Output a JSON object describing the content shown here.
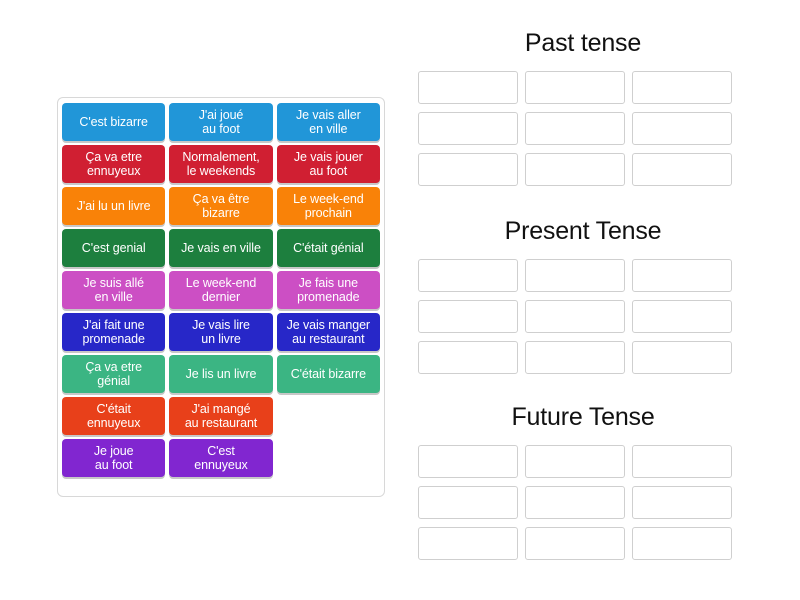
{
  "activity": {
    "type": "group-sort",
    "title": "French tenses sorting activity"
  },
  "tile_panel": {
    "name": "draggable-tiles",
    "columns": 3,
    "rows": 9,
    "colors": {
      "blue": "#2196d8",
      "red": "#d01f32",
      "orange": "#f98208",
      "dark_green": "#1d7f3e",
      "magenta": "#cc4fc4",
      "indigo": "#2727c8",
      "teal_green": "#3bb583",
      "orange_red": "#e8401a",
      "purple": "#8126d0"
    },
    "rows_data": [
      {
        "color": "blue",
        "tiles": [
          "C'est bizarre",
          "J'ai joué\nau foot",
          "Je vais aller\nen ville"
        ]
      },
      {
        "color": "red",
        "tiles": [
          "Ça va etre\nennuyeux",
          "Normalement,\nle weekends",
          "Je vais jouer\nau foot"
        ]
      },
      {
        "color": "orange",
        "tiles": [
          "J'ai lu un livre",
          "Ça va être\nbizarre",
          "Le week-end\nprochain"
        ]
      },
      {
        "color": "dark_green",
        "tiles": [
          "C'est genial",
          "Je vais en ville",
          "C'était génial"
        ]
      },
      {
        "color": "magenta",
        "tiles": [
          "Je suis allé\nen ville",
          "Le week-end\ndernier",
          "Je fais une\npromenade"
        ]
      },
      {
        "color": "indigo",
        "tiles": [
          "J'ai fait une\npromenade",
          "Je vais lire\nun livre",
          "Je vais manger\nau restaurant"
        ]
      },
      {
        "color": "teal_green",
        "tiles": [
          "Ça va etre\ngénial",
          "Je lis un livre",
          "C'était bizarre"
        ]
      },
      {
        "color": "orange_red",
        "tiles": [
          "C'était\nennuyeux",
          "J'ai mangé\nau restaurant",
          ""
        ]
      },
      {
        "color": "purple",
        "tiles": [
          "Je joue\nau foot",
          "C'est\nennuyeux",
          ""
        ]
      }
    ]
  },
  "zone_groups": [
    {
      "title": "Past tense",
      "rows": 3,
      "columns": 3
    },
    {
      "title": "Present Tense",
      "rows": 3,
      "columns": 3
    },
    {
      "title": "Future Tense",
      "rows": 3,
      "columns": 3
    }
  ]
}
